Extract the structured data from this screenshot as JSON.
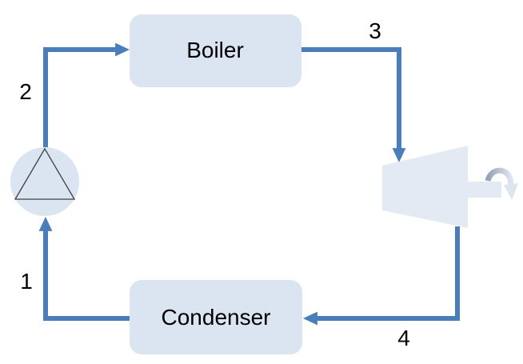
{
  "diagram": {
    "type": "process-flow-cycle",
    "nodes": {
      "boiler": {
        "label": "Boiler"
      },
      "condenser": {
        "label": "Condenser"
      },
      "pump": {
        "icon": "pump-triangle-in-circle"
      },
      "turbine": {
        "icon": "turbine-trapezoid-with-shaft"
      },
      "rotation": {
        "icon": "rotation-curved-arrow"
      }
    },
    "stream_labels": {
      "s1": "1",
      "s2": "2",
      "s3": "3",
      "s4": "4"
    },
    "flows": [
      {
        "from": "condenser",
        "to": "pump",
        "label": "1"
      },
      {
        "from": "pump",
        "to": "boiler",
        "label": "2"
      },
      {
        "from": "boiler",
        "to": "turbine",
        "label": "3"
      },
      {
        "from": "turbine",
        "to": "condenser",
        "label": "4"
      }
    ]
  },
  "colors": {
    "background": "#ffffff",
    "flow_arrow": "#4a7ebb",
    "node_fill": "#dbe5f1",
    "turbine_fill": "#e4eaf3",
    "pump_outline": "#404040",
    "text": "#000000",
    "rotation_arrow_start": "#95a3b6",
    "rotation_arrow_end": "#dfe5ee"
  }
}
